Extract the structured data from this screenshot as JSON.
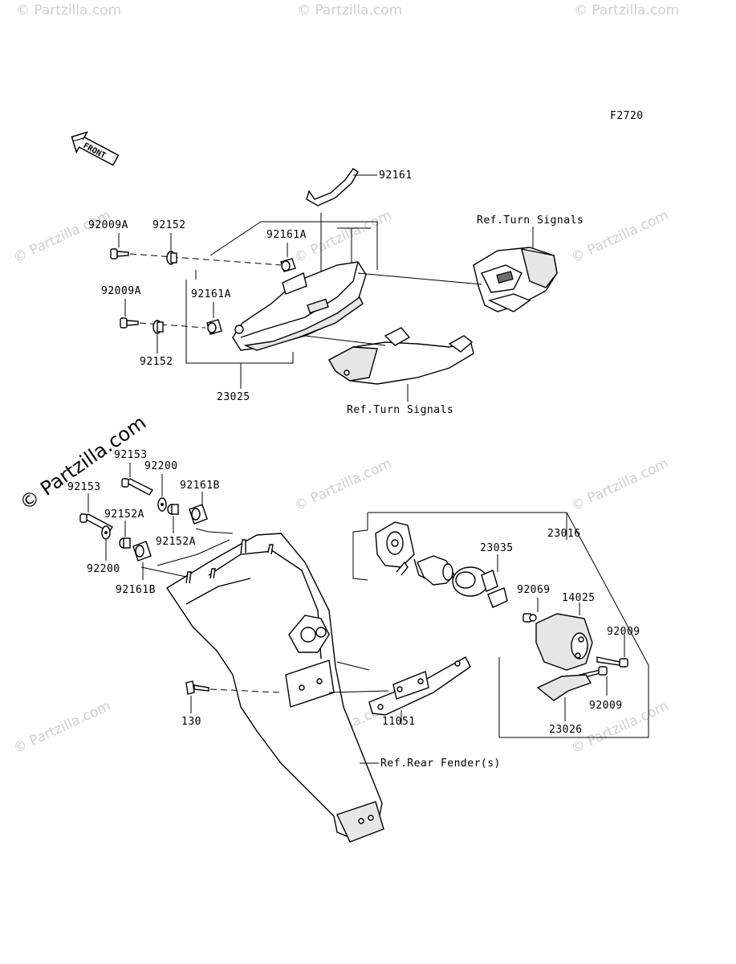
{
  "figure_code": "F2720",
  "front_label": "FRONT",
  "watermark": {
    "text": "© Partzilla.com",
    "big_text": "© Partzilla.com"
  },
  "labels": {
    "p92161": "92161",
    "ref_turn_top": "Ref.Turn Signals",
    "p92009A_top": "92009A",
    "p92152_top": "92152",
    "p92161A_top": "92161A",
    "p92009A_bot": "92009A",
    "p92161A_bot": "92161A",
    "p92152_bot": "92152",
    "p23025": "23025",
    "ref_turn_bot": "Ref.Turn Signals",
    "p92153_top": "92153",
    "p92200_top": "92200",
    "p92161B_top": "92161B",
    "p92153_left": "92153",
    "p92152A_left": "92152A",
    "p92152A_right": "92152A",
    "p92200_bot": "92200",
    "p92161B_bot": "92161B",
    "p23016": "23016",
    "p23035": "23035",
    "p92069": "92069",
    "p14025": "14025",
    "p92009_right": "92009",
    "p92009_bot": "92009",
    "p23026": "23026",
    "p130": "130",
    "p11051": "11051",
    "ref_rear_fender": "Ref.Rear Fender(s)"
  }
}
